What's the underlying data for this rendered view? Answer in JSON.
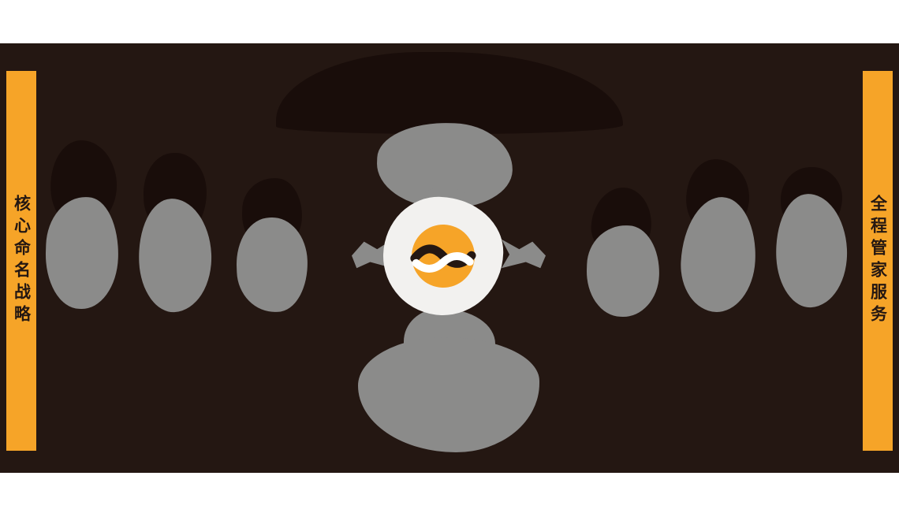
{
  "left_banner": {
    "label": "核心命名战略"
  },
  "right_banner": {
    "label": "全程管家服务"
  },
  "logo": {
    "name": "orange-wave-circle-logo"
  },
  "colors": {
    "page_background": "#FFFFFF",
    "board_background": "#241712",
    "accent_orange": "#F6A428",
    "blob_gray": "#8B8B8A",
    "blob_shadow": "#190D0A",
    "center_white": "#F2F1EF",
    "logo_dark_wave": "#241712",
    "logo_light_wave": "#FFFFFF"
  }
}
